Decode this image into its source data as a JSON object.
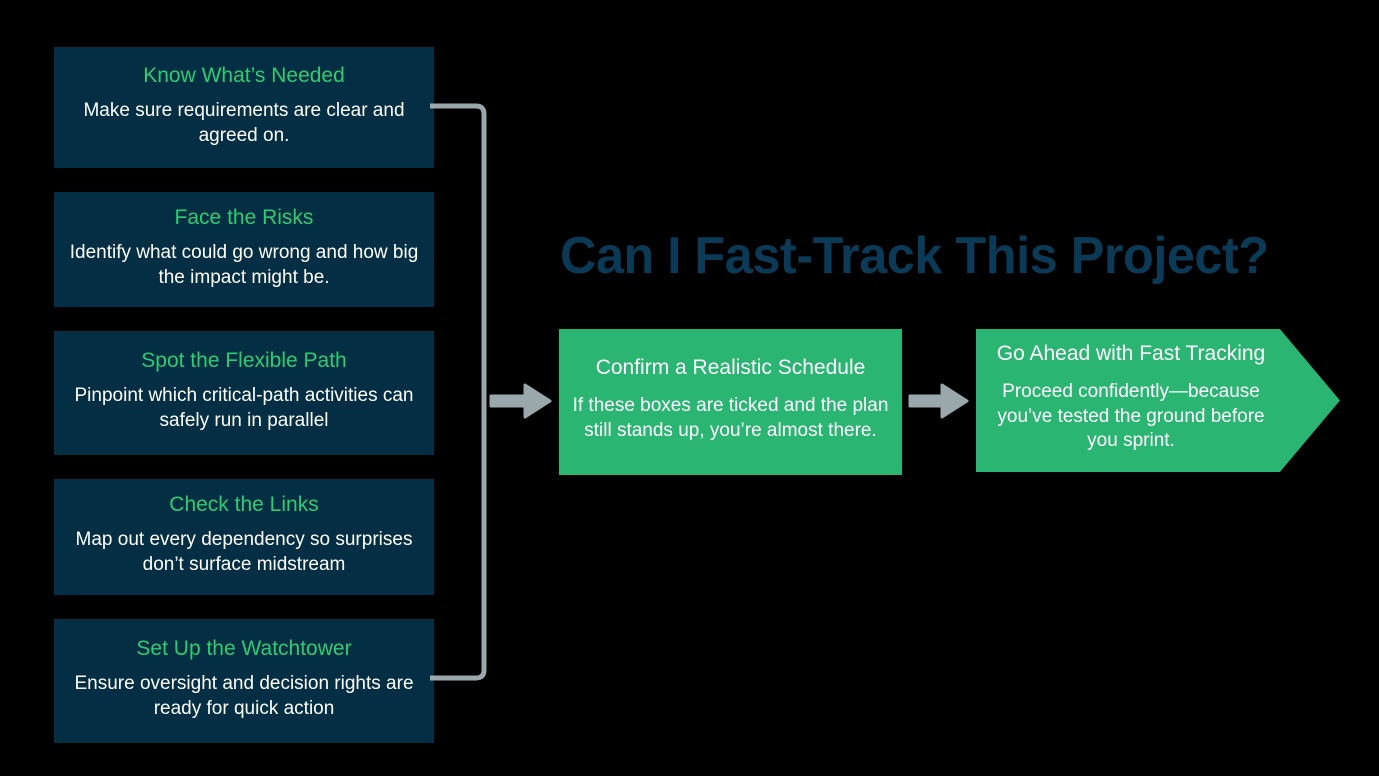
{
  "theme": {
    "background": "#000000",
    "card_navy": "#042e43",
    "accent_green": "#2ecc71",
    "result_green": "#2ab573",
    "title_navy": "#0b3a56",
    "connector_gray": "#9aa8ab",
    "text_white": "#ffffff"
  },
  "title": {
    "text": "Can I Fast-Track This Project?"
  },
  "checklist": {
    "items": [
      {
        "title": "Know What’s Needed",
        "body": "Make sure requirements are clear and agreed on."
      },
      {
        "title": "Face the Risks",
        "body": "Identify what could go wrong and how big the impact might be."
      },
      {
        "title": "Spot the Flexible Path",
        "body": "Pinpoint which critical-path activities can safely run in parallel"
      },
      {
        "title": "Check the Links",
        "body": "Map out every dependency so surprises don’t surface midstream"
      },
      {
        "title": "Set Up the Watchtower",
        "body": "Ensure oversight and decision rights are ready for quick action"
      }
    ]
  },
  "result": {
    "title": "Confirm a Realistic Schedule",
    "body": "If these boxes are ticked and the plan still stands up, you’re almost there."
  },
  "final": {
    "title": "Go Ahead with Fast Tracking",
    "body": "Proceed confidently—because you’ve tested the ground before you sprint."
  },
  "connectors": {
    "bracket_label": "checklist-bracket",
    "arrow_1_label": "flow-arrow-to-schedule",
    "arrow_2_label": "flow-arrow-to-go-ahead"
  }
}
